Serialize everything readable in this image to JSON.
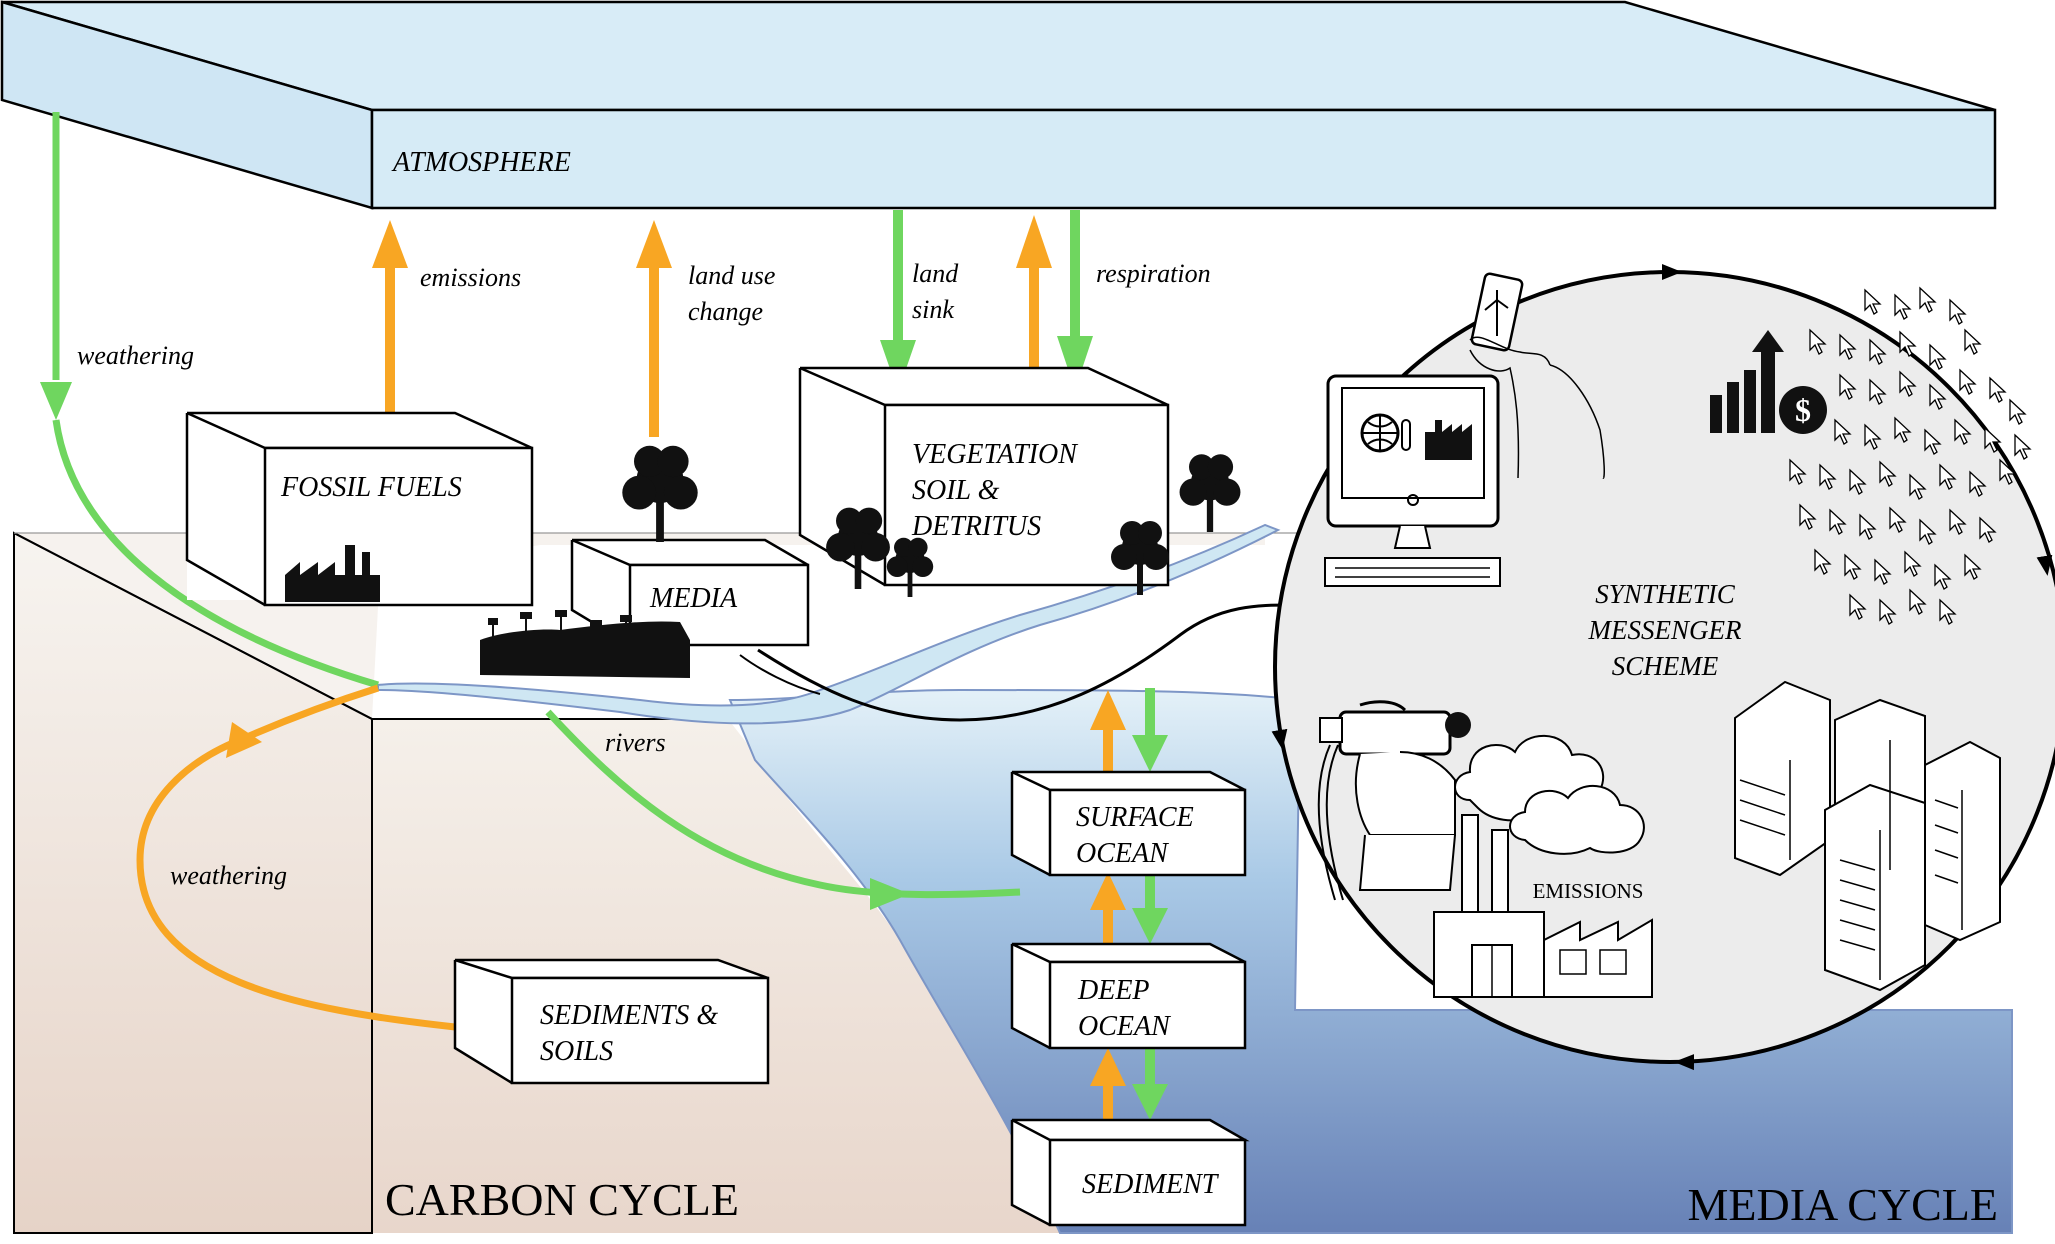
{
  "labels": {
    "atmosphere": "ATMOSPHERE",
    "fossil_fuels": "FOSSIL FUELS",
    "media": "MEDIA",
    "vegetation_l1": "VEGETATION",
    "vegetation_l2": "SOIL &",
    "vegetation_l3": "DETRITUS",
    "surface_ocean_l1": "SURFACE",
    "surface_ocean_l2": "OCEAN",
    "deep_ocean_l1": "DEEP",
    "deep_ocean_l2": "OCEAN",
    "sediment": "SEDIMENT",
    "sediments_soils_l1": "SEDIMENTS &",
    "sediments_soils_l2": "SOILS",
    "synthetic_l1": "SYNTHETIC",
    "synthetic_l2": "MESSENGER",
    "synthetic_l3": "SCHEME",
    "emissions_factory": "EMISSIONS",
    "carbon_cycle": "CARBON CYCLE",
    "media_cycle": "MEDIA CYCLE"
  },
  "flows": {
    "weathering_top": "weathering",
    "emissions": "emissions",
    "land_use_l1": "land use",
    "land_use_l2": "change",
    "land_sink_l1": "land",
    "land_sink_l2": "sink",
    "respiration": "respiration",
    "rivers": "rivers",
    "weathering_bottom": "weathering"
  },
  "colors": {
    "green_arrow": "#6fd65f",
    "orange_arrow": "#f8a623",
    "atmosphere_fill": "#d6ebf6",
    "ocean_deep": "#6a86b8",
    "land_fill": "#ead9cf",
    "circle_fill": "#ebebeb"
  }
}
